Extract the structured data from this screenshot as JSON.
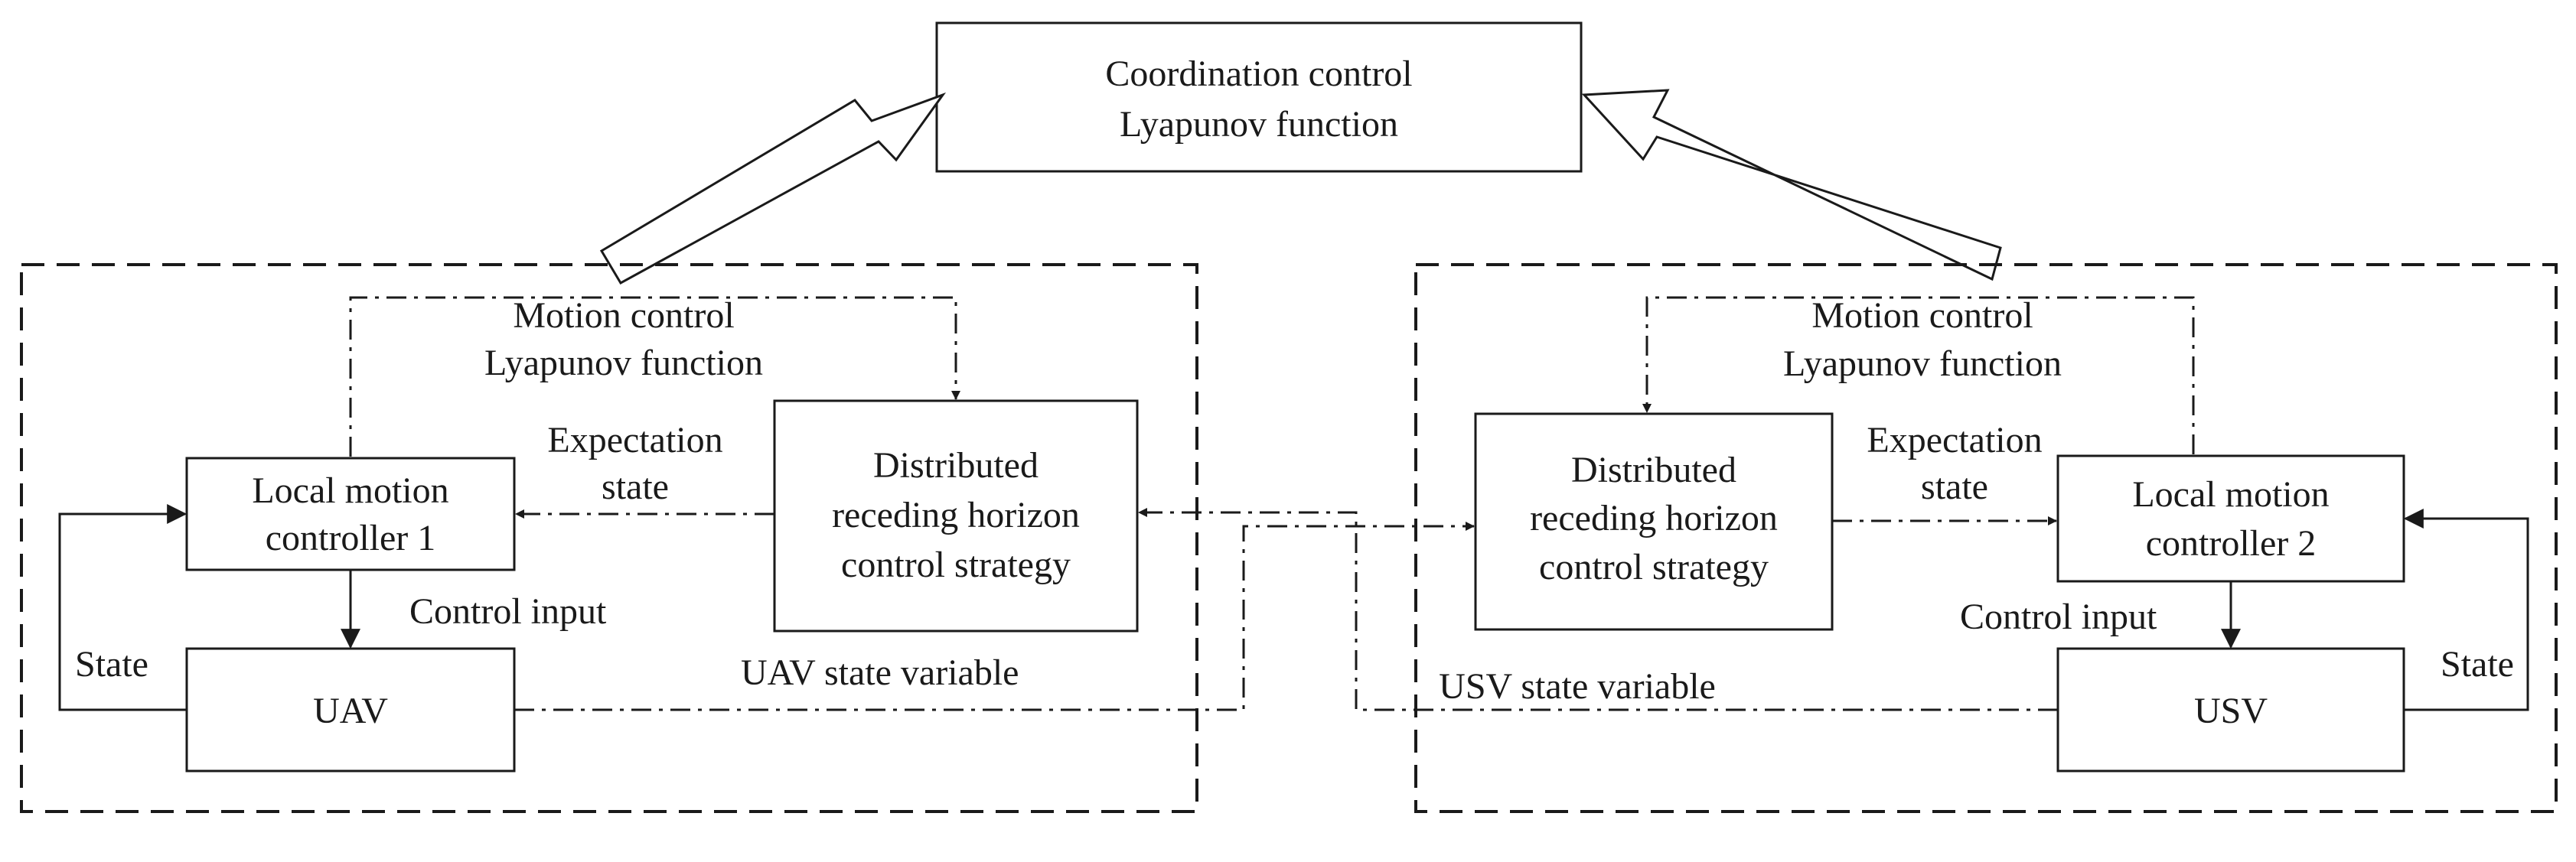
{
  "top": {
    "line1": "Coordination control",
    "line2": "Lyapunov function"
  },
  "uav_group": {
    "motion_control_line1": "Motion control",
    "motion_control_line2": "Lyapunov function",
    "strategy_line1": "Distributed",
    "strategy_line2": "receding horizon",
    "strategy_line3": "control strategy",
    "expectation_line1": "Expectation",
    "expectation_line2": "state",
    "controller_line1": "Local motion",
    "controller_line2": "controller 1",
    "control_input": "Control input",
    "state": "State",
    "vehicle": "UAV",
    "state_variable": "UAV state variable"
  },
  "usv_group": {
    "motion_control_line1": "Motion control",
    "motion_control_line2": "Lyapunov function",
    "strategy_line1": "Distributed",
    "strategy_line2": "receding horizon",
    "strategy_line3": "control strategy",
    "expectation_line1": "Expectation",
    "expectation_line2": "state",
    "controller_line1": "Local motion",
    "controller_line2": "controller 2",
    "control_input": "Control input",
    "state": "State",
    "vehicle": "USV",
    "state_variable": "USV state variable"
  }
}
